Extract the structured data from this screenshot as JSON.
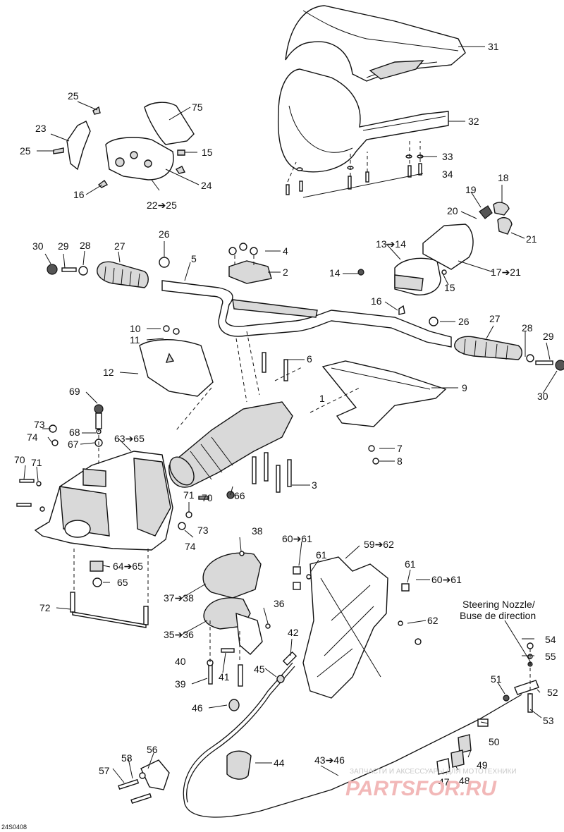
{
  "diagram_code": "24S0408",
  "steering_nozzle_note": [
    "Steering Nozzle/",
    "Buse de direction"
  ],
  "watermark": {
    "caption": "ЗАПЧАСТИ И АКСЕССУАРЫ ДЛЯ МОТОТЕХНИКИ",
    "logo_text": "PARTSFOR.RU"
  },
  "callouts": {
    "c1": "1",
    "c2": "2",
    "c3": "3",
    "c4": "4",
    "c5": "5",
    "c6": "6",
    "c7": "7",
    "c8": "8",
    "c9": "9",
    "c10": "10",
    "c11": "11",
    "c12": "12",
    "c13": "13➔14",
    "c14": "14",
    "c15a": "15",
    "c15b": "15",
    "c16a": "16",
    "c16b": "16",
    "c17": "17➔21",
    "c18": "18",
    "c19": "19",
    "c20": "20",
    "c21": "21",
    "c22": "22➔25",
    "c23": "23",
    "c24": "24",
    "c25a": "25",
    "c25b": "25",
    "c26a": "26",
    "c26b": "26",
    "c27a": "27",
    "c27b": "27",
    "c28a": "28",
    "c28b": "28",
    "c29a": "29",
    "c29b": "29",
    "c30a": "30",
    "c30b": "30",
    "c31": "31",
    "c32": "32",
    "c33": "33",
    "c34": "34",
    "c35": "35➔36",
    "c36": "36",
    "c37": "37➔38",
    "c38": "38",
    "c39": "39",
    "c40": "40",
    "c41": "41",
    "c42": "42",
    "c43": "43➔46",
    "c44": "44",
    "c45": "45",
    "c46": "46",
    "c47": "47",
    "c48": "48",
    "c49": "49",
    "c50": "50",
    "c51": "51",
    "c52": "52",
    "c53": "53",
    "c54": "54",
    "c55": "55",
    "c56": "56",
    "c57": "57",
    "c58": "58",
    "c59": "59➔62",
    "c60a": "60➔61",
    "c60b": "60➔61",
    "c61a": "61",
    "c61b": "61",
    "c62": "62",
    "c63": "63➔65",
    "c64": "64➔65",
    "c65": "65",
    "c66": "66",
    "c67": "67",
    "c68": "68",
    "c69": "69",
    "c70a": "70",
    "c70b": "70",
    "c71a": "71",
    "c71b": "71",
    "c72": "72",
    "c73a": "73",
    "c73b": "73",
    "c74a": "74",
    "c74b": "74",
    "c75": "75"
  }
}
